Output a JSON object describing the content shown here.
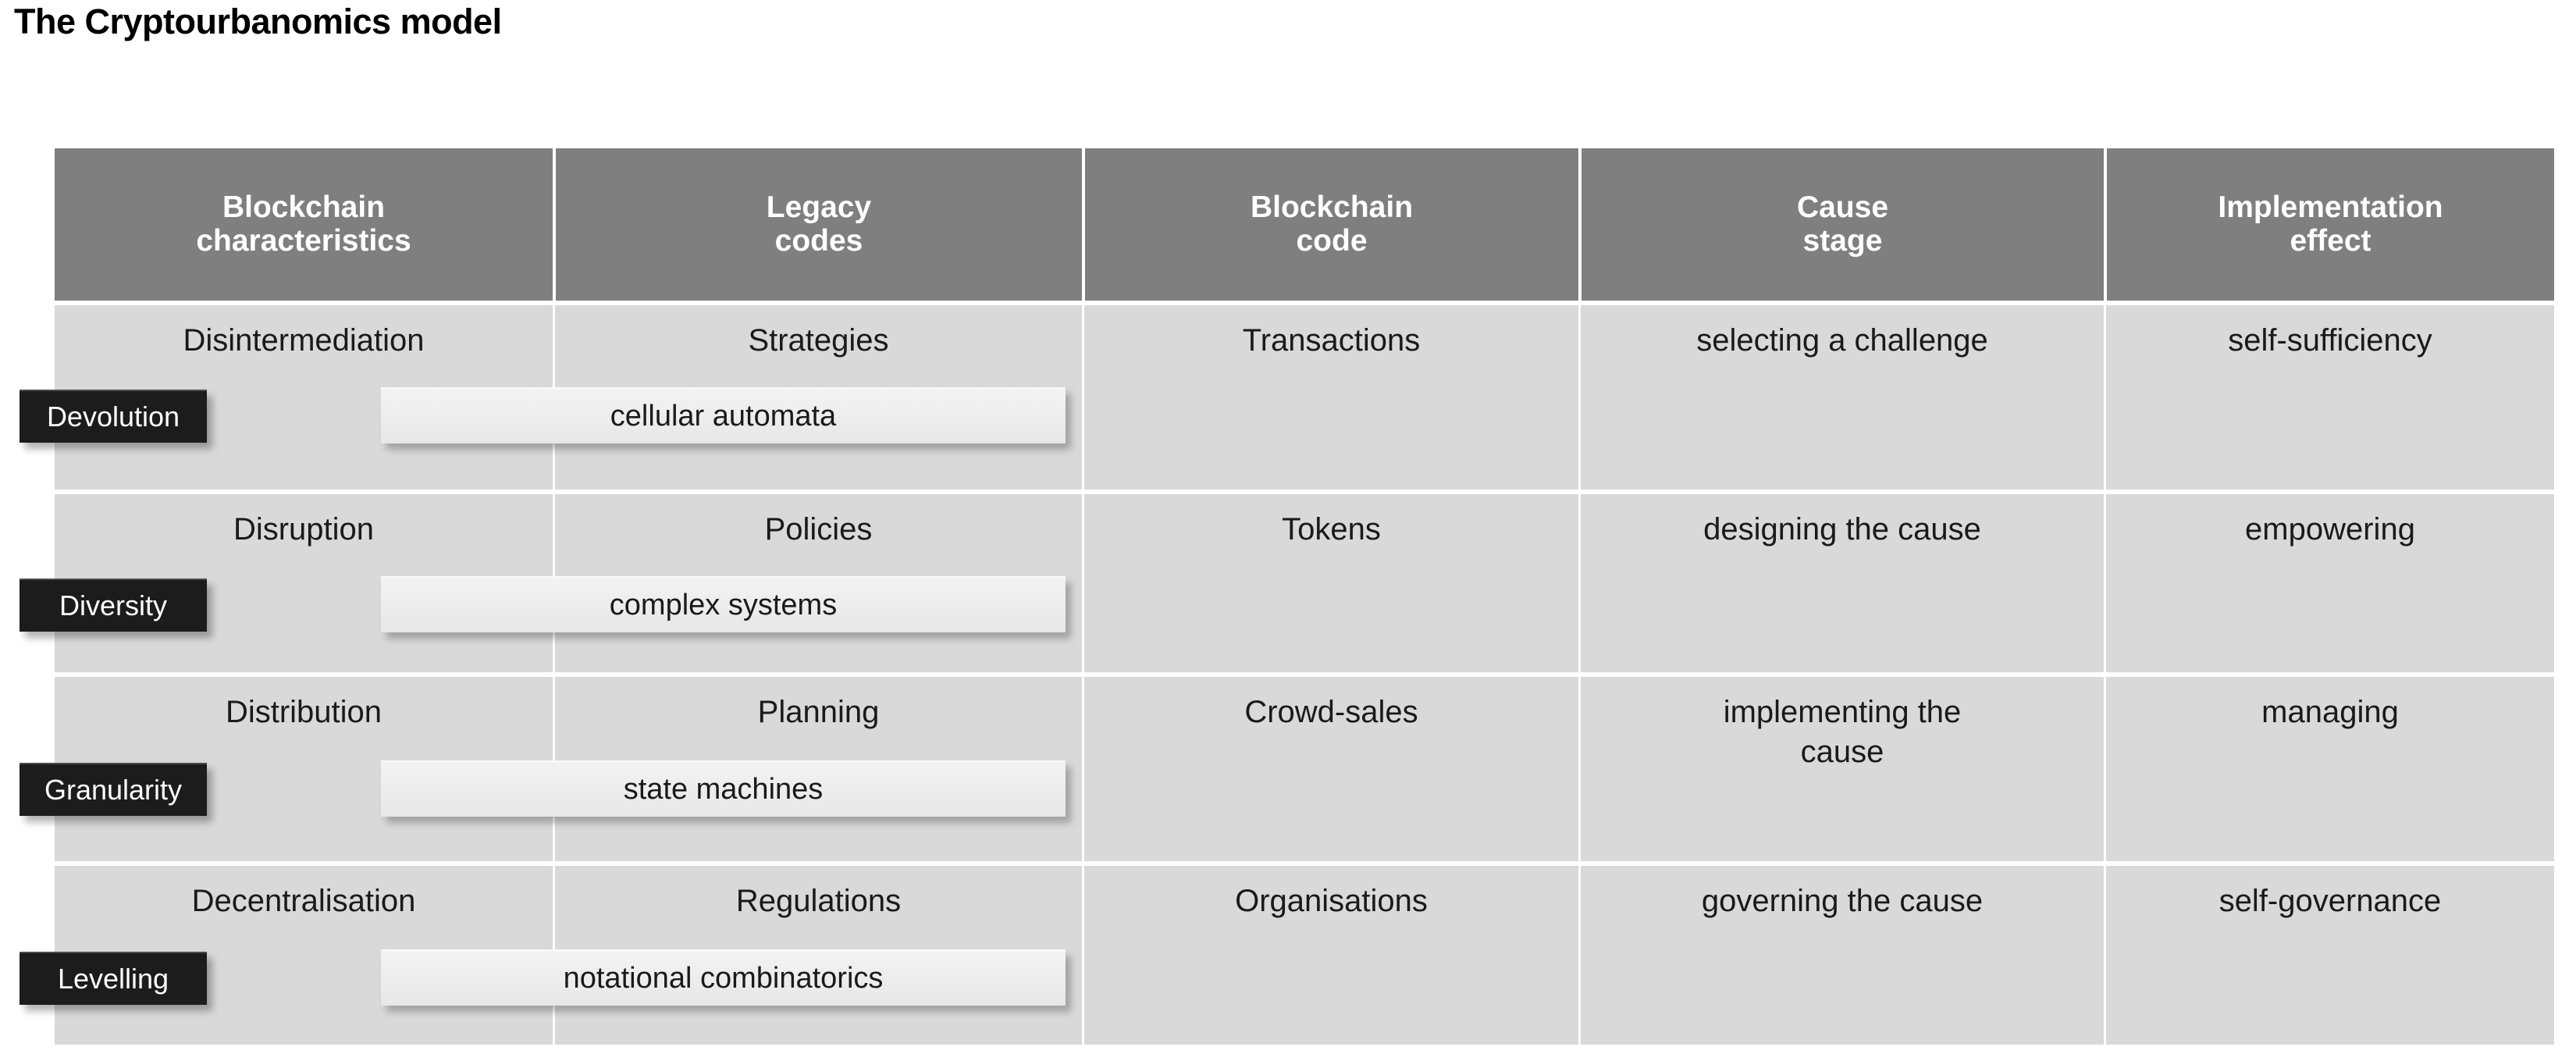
{
  "page": {
    "title": "The Cryptourbanomics model",
    "background_color": "#ffffff"
  },
  "theme": {
    "header_background": "#7f7f7f",
    "header_text": "#ffffff",
    "row_background": "#d9d9d9",
    "row_text": "#1a1a1a",
    "badge_background": "#1c1c1c",
    "badge_text": "#ffffff",
    "overlay_box_background": "#ededed",
    "grid_line": "#ffffff"
  },
  "table": {
    "columns": [
      {
        "line1": "Blockchain",
        "line2": "characteristics"
      },
      {
        "line1": "Legacy",
        "line2": "codes"
      },
      {
        "line1": "Blockchain",
        "line2": "code"
      },
      {
        "line1": "Cause",
        "line2": "stage"
      },
      {
        "line1": "Implementation",
        "line2": "effect"
      }
    ],
    "rows": [
      {
        "blockchain_characteristics": "Disintermediation",
        "badge": "Devolution",
        "legacy_codes": "Strategies",
        "blockchain_code": "Transactions",
        "overlay_box": "cellular automata",
        "cause_stage": "selecting a challenge",
        "implementation_effect": "self-sufficiency"
      },
      {
        "blockchain_characteristics": "Disruption",
        "badge": "Diversity",
        "legacy_codes": "Policies",
        "blockchain_code": "Tokens",
        "overlay_box": "complex systems",
        "cause_stage": "designing the cause",
        "implementation_effect": "empowering"
      },
      {
        "blockchain_characteristics": "Distribution",
        "badge": "Granularity",
        "legacy_codes": "Planning",
        "blockchain_code": "Crowd-sales",
        "overlay_box": "state machines",
        "cause_stage": "implementing the cause",
        "implementation_effect": "managing"
      },
      {
        "blockchain_characteristics": "Decentralisation",
        "badge": "Levelling",
        "legacy_codes": "Regulations",
        "blockchain_code": "Organisations",
        "overlay_box": "notational combinatorics",
        "cause_stage": "governing the cause",
        "implementation_effect": "self-governance"
      }
    ]
  }
}
